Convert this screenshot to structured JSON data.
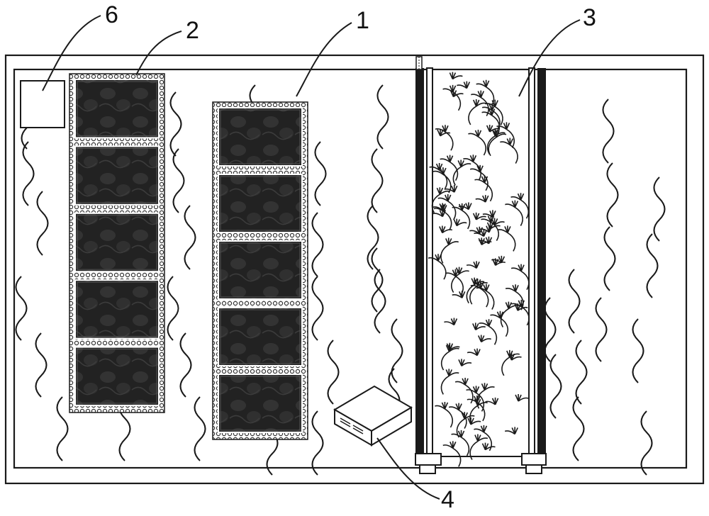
{
  "figure": {
    "callouts": [
      {
        "id": "panel-assembly-1",
        "label": "1"
      },
      {
        "id": "panel-assembly-2",
        "label": "2"
      },
      {
        "id": "plant-channel-3",
        "label": "3"
      },
      {
        "id": "control-box-4",
        "label": "4"
      },
      {
        "id": "sensor-box-6",
        "label": "6"
      }
    ]
  },
  "style": {
    "line": "#1a1a1a",
    "panel_fill": "#262626",
    "panel_mesh": "#9a9a9a",
    "frame": "#222222",
    "background": "#ffffff"
  }
}
